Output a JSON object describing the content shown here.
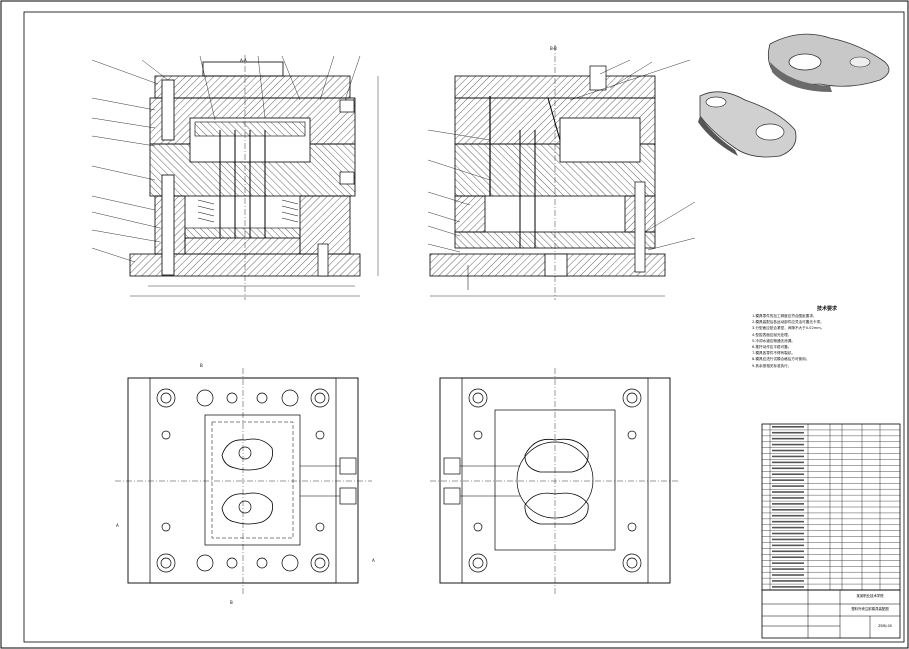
{
  "drawing": {
    "section_aa_label": "A-A",
    "section_bb_label": "B-B",
    "cut_label_a": "A",
    "cut_label_b": "B"
  },
  "notes": {
    "title": "技术要求",
    "items": [
      "1.模具零件的加工精度应符合图纸要求。",
      "2.模具装配后各运动部件应灵活可靠无卡滞。",
      "3.分型面应贴合紧密，间隙不大于0.02mm。",
      "4.型腔表面应抛光处理。",
      "5.冷却水道应畅通无泄漏。",
      "6.推杆动作应平稳可靠。",
      "7.模具各零件不得有裂纹。",
      "8.模具应进行试模合格后方可使用。",
      "9.其余按相关标准执行。"
    ]
  },
  "title_block": {
    "school": "某某职业技术学院",
    "drawing_name": "塑料外壳注射模具装配图",
    "drawing_no": "ZSMJ-00"
  },
  "colors": {
    "line": "#000000",
    "hatch": "#333333",
    "render_gray": "#9a9a9a"
  }
}
